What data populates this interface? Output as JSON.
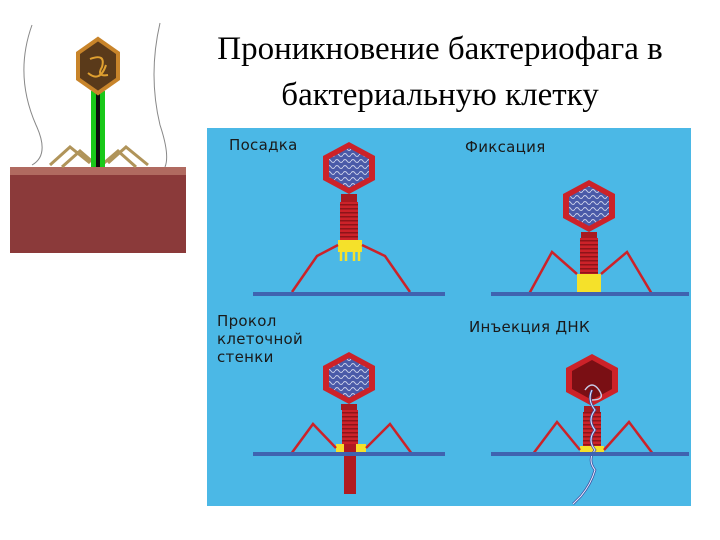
{
  "title": {
    "line1": "Проникновение бактериофага в",
    "line2": "бактериальную клетку"
  },
  "stages": [
    {
      "id": "landing",
      "label_lines": [
        "Посадка"
      ]
    },
    {
      "id": "fixation",
      "label_lines": [
        "Фиксация"
      ]
    },
    {
      "id": "puncture",
      "label_lines": [
        "Прокол",
        "клеточной",
        "стенки"
      ]
    },
    {
      "id": "injection",
      "label_lines": [
        "Инъекция ДНК"
      ]
    }
  ],
  "colors": {
    "panel_bg": "#4bb8e6",
    "phage_red": "#cc2229",
    "dna_blue": "#3c4e9e",
    "collar_yellow": "#f5e12a",
    "membrane": "#3f63b0",
    "cell_wall": "#8b3a3a",
    "tail_green": "#19c819"
  }
}
